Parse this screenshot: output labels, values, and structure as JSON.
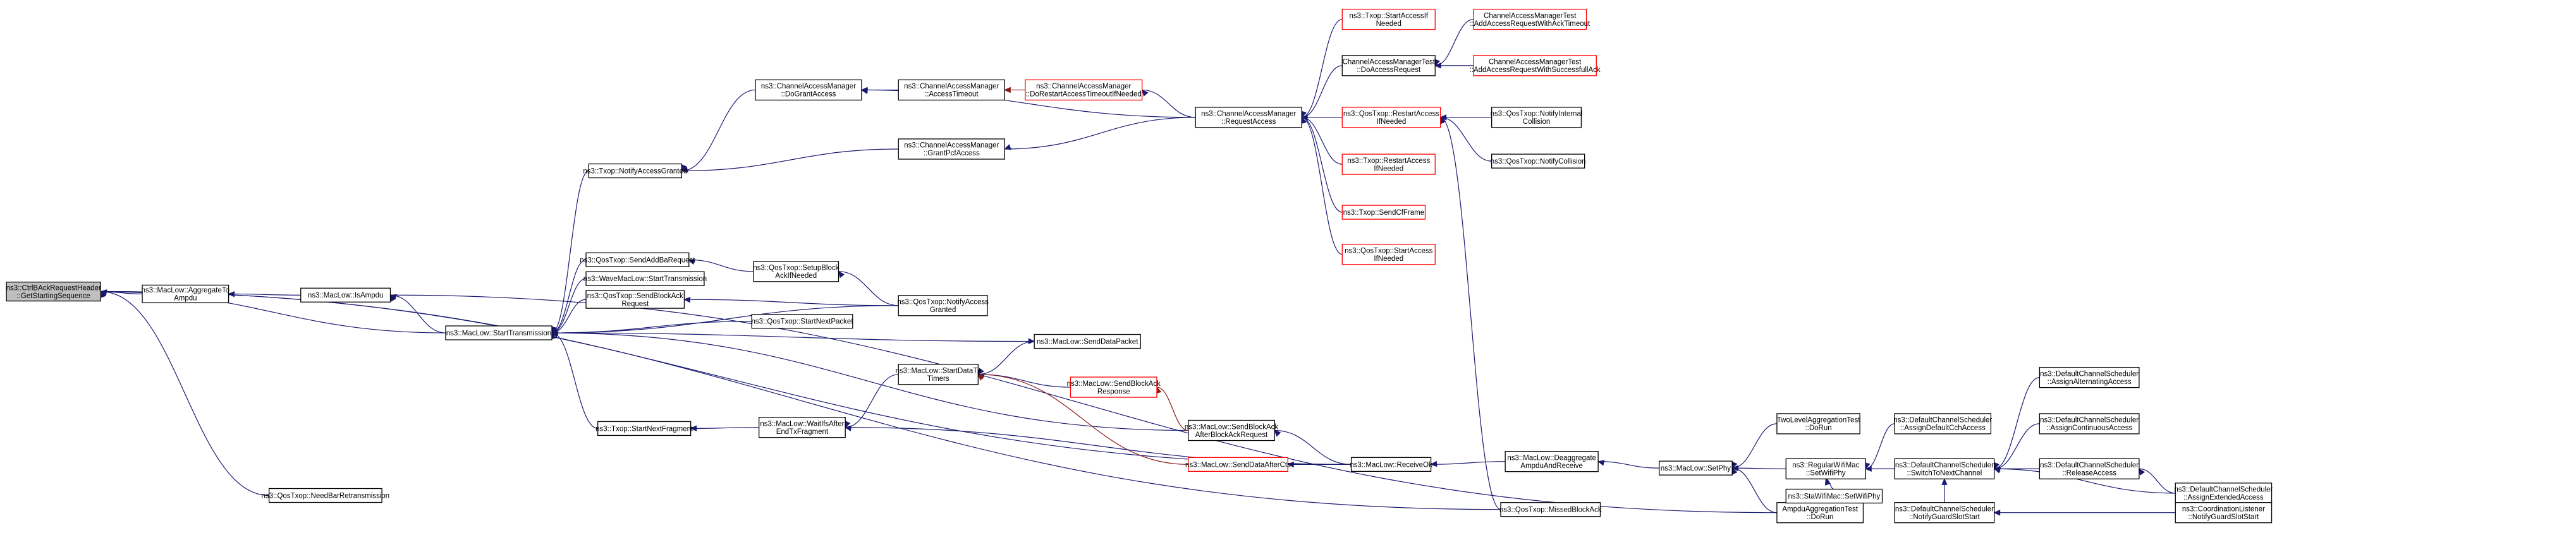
{
  "graph": {
    "title": "",
    "nodes": [
      {
        "id": "root",
        "lines": [
          "ns3::CtrlBAckRequestHeader",
          "::GetStartingSequence"
        ],
        "style": "root"
      },
      {
        "id": "aggToAmpdu",
        "lines": [
          "ns3::MacLow::AggregateTo",
          "Ampdu"
        ],
        "style": "normal"
      },
      {
        "id": "isAmpdu",
        "lines": [
          "ns3::MacLow::IsAmpdu"
        ],
        "style": "normal"
      },
      {
        "id": "needBar",
        "lines": [
          "ns3::QosTxop::NeedBarRetransmission"
        ],
        "style": "normal"
      },
      {
        "id": "notifyAccessGranted",
        "lines": [
          "ns3::Txop::NotifyAccessGranted"
        ],
        "style": "normal"
      },
      {
        "id": "sendAddBa",
        "lines": [
          "ns3::QosTxop::SendAddBaRequest"
        ],
        "style": "normal"
      },
      {
        "id": "waveStart",
        "lines": [
          "ns3::WaveMacLow::StartTransmission"
        ],
        "style": "normal"
      },
      {
        "id": "sendBlockAckReq",
        "lines": [
          "ns3::QosTxop::SendBlockAck",
          "Request"
        ],
        "style": "normal"
      },
      {
        "id": "startTransmission",
        "lines": [
          "ns3::MacLow::StartTransmission"
        ],
        "style": "normal"
      },
      {
        "id": "startNextFragment",
        "lines": [
          "ns3::Txop::StartNextFragment"
        ],
        "style": "normal"
      },
      {
        "id": "setupBlockAck",
        "lines": [
          "ns3::QosTxop::SetupBlock",
          "AckIfNeeded"
        ],
        "style": "normal"
      },
      {
        "id": "startNextPacket",
        "lines": [
          "ns3::QosTxop::StartNextPacket"
        ],
        "style": "normal"
      },
      {
        "id": "camDoGrant",
        "lines": [
          "ns3::ChannelAccessManager",
          "::DoGrantAccess"
        ],
        "style": "normal"
      },
      {
        "id": "camGrantPcf",
        "lines": [
          "ns3::ChannelAccessManager",
          "::GrantPcfAccess"
        ],
        "style": "normal"
      },
      {
        "id": "qosNotifyAccessGranted",
        "lines": [
          "ns3::QosTxop::NotifyAccess",
          "Granted"
        ],
        "style": "normal"
      },
      {
        "id": "waitIfs",
        "lines": [
          "ns3::MacLow::WaitIfsAfter",
          "EndTxFragment"
        ],
        "style": "normal"
      },
      {
        "id": "startDataTxTimers",
        "lines": [
          "ns3::MacLow::StartDataTx",
          "Timers"
        ],
        "style": "normal"
      },
      {
        "id": "sendDataPacket",
        "lines": [
          "ns3::MacLow::SendDataPacket"
        ],
        "style": "normal"
      },
      {
        "id": "sendBlockAckResp",
        "lines": [
          "ns3::MacLow::SendBlockAck",
          "Response"
        ],
        "style": "red"
      },
      {
        "id": "camAccessTimeout",
        "lines": [
          "ns3::ChannelAccessManager",
          "::AccessTimeout"
        ],
        "style": "normal"
      },
      {
        "id": "camDoRestart",
        "lines": [
          "ns3::ChannelAccessManager",
          "::DoRestartAccessTimeoutIfNeeded"
        ],
        "style": "red"
      },
      {
        "id": "sendBlockAckAfter",
        "lines": [
          "ns3::MacLow::SendBlockAck",
          "AfterBlockAckRequest"
        ],
        "style": "normal"
      },
      {
        "id": "sendDataAfterCts",
        "lines": [
          "ns3::MacLow::SendDataAfterCts"
        ],
        "style": "red"
      },
      {
        "id": "receiveOk",
        "lines": [
          "ns3::MacLow::ReceiveOk"
        ],
        "style": "normal"
      },
      {
        "id": "camRequestAccess",
        "lines": [
          "ns3::ChannelAccessManager",
          "::RequestAccess"
        ],
        "style": "normal"
      },
      {
        "id": "deaggregate",
        "lines": [
          "ns3::MacLow::Deaggregate",
          "AmpduAndReceive"
        ],
        "style": "normal"
      },
      {
        "id": "txopStartAccess",
        "lines": [
          "ns3::Txop::StartAccessIf",
          "Needed"
        ],
        "style": "red"
      },
      {
        "id": "camTestDoAccess",
        "lines": [
          "ChannelAccessManagerTest",
          "::DoAccessRequest"
        ],
        "style": "normal"
      },
      {
        "id": "qosRestartAccess",
        "lines": [
          "ns3::QosTxop::RestartAccess",
          "IfNeeded"
        ],
        "style": "red"
      },
      {
        "id": "txopRestartAccess",
        "lines": [
          "ns3::Txop::RestartAccess",
          "IfNeeded"
        ],
        "style": "red"
      },
      {
        "id": "sendCfFrame",
        "lines": [
          "ns3::Txop::SendCfFrame"
        ],
        "style": "red"
      },
      {
        "id": "qosStartAccess",
        "lines": [
          "ns3::QosTxop::StartAccess",
          "IfNeeded"
        ],
        "style": "red"
      },
      {
        "id": "camTestTimeout",
        "lines": [
          "ChannelAccessManagerTest",
          "::AddAccessRequestWithAckTimeout"
        ],
        "style": "red"
      },
      {
        "id": "camTestSuccess",
        "lines": [
          "ChannelAccessManagerTest",
          "::AddAccessRequestWithSuccessfullAck"
        ],
        "style": "red"
      },
      {
        "id": "qosNotifyInternal",
        "lines": [
          "ns3::QosTxop::NotifyInternal",
          "Collision"
        ],
        "style": "normal"
      },
      {
        "id": "qosNotifyCollision",
        "lines": [
          "ns3::QosTxop::NotifyCollision"
        ],
        "style": "normal"
      },
      {
        "id": "missedBlockAck",
        "lines": [
          "ns3::QosTxop::MissedBlockAck"
        ],
        "style": "normal"
      },
      {
        "id": "setPhy",
        "lines": [
          "ns3::MacLow::SetPhy"
        ],
        "style": "normal"
      },
      {
        "id": "twoLevelAgg",
        "lines": [
          "TwoLevelAggregationTest",
          "::DoRun"
        ],
        "style": "normal"
      },
      {
        "id": "regularSetPhy",
        "lines": [
          "ns3::RegularWifiMac",
          "::SetWifiPhy"
        ],
        "style": "normal"
      },
      {
        "id": "ampduAggTest",
        "lines": [
          "AmpduAggregationTest",
          "::DoRun"
        ],
        "style": "normal"
      },
      {
        "id": "staSetPhy",
        "lines": [
          "ns3::StaWifiMac::SetWifiPhy"
        ],
        "style": "normal"
      },
      {
        "id": "dcsAssignDefault",
        "lines": [
          "ns3::DefaultChannelScheduler",
          "::AssignDefaultCchAccess"
        ],
        "style": "normal"
      },
      {
        "id": "dcsSwitch",
        "lines": [
          "ns3::DefaultChannelScheduler",
          "::SwitchToNextChannel"
        ],
        "style": "normal"
      },
      {
        "id": "dcsNotifyGuard",
        "lines": [
          "ns3::DefaultChannelScheduler",
          "::NotifyGuardSlotStart"
        ],
        "style": "normal"
      },
      {
        "id": "dcsAltern",
        "lines": [
          "ns3::DefaultChannelScheduler",
          "::AssignAlternatingAccess"
        ],
        "style": "normal"
      },
      {
        "id": "dcsContinuous",
        "lines": [
          "ns3::DefaultChannelScheduler",
          "::AssignContinuousAccess"
        ],
        "style": "normal"
      },
      {
        "id": "dcsRelease",
        "lines": [
          "ns3::DefaultChannelScheduler",
          "::ReleaseAccess"
        ],
        "style": "normal"
      },
      {
        "id": "dcsExtended",
        "lines": [
          "ns3::DefaultChannelScheduler",
          "::AssignExtendedAccess"
        ],
        "style": "normal"
      },
      {
        "id": "coordListener",
        "lines": [
          "ns3::CoordinationListener",
          "::NotifyGuardSlotStart"
        ],
        "style": "normal"
      }
    ]
  }
}
